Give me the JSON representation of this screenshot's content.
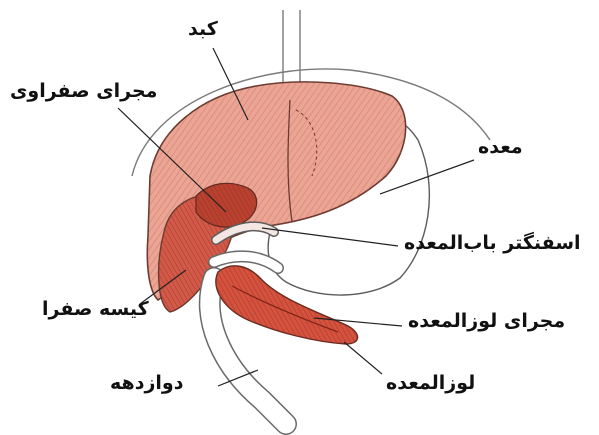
{
  "labels": {
    "liver": "کبد",
    "bile_duct": "مجرای صفراوی",
    "stomach": "معده",
    "pyloric_sphincter": "اسفنگتر باب‌المعده",
    "gallbladder": "کیسه صفرا",
    "pancreatic_duct": "مجرای لوزالمعده",
    "duodenum": "دوازدهه",
    "pancreas": "لوزالمعده"
  },
  "colors": {
    "liver": "#e8a090",
    "liver_dark": "#c9584a",
    "gallbladder": "#c8463a",
    "pancreas": "#d0523f",
    "outline": "#6b3b32"
  }
}
